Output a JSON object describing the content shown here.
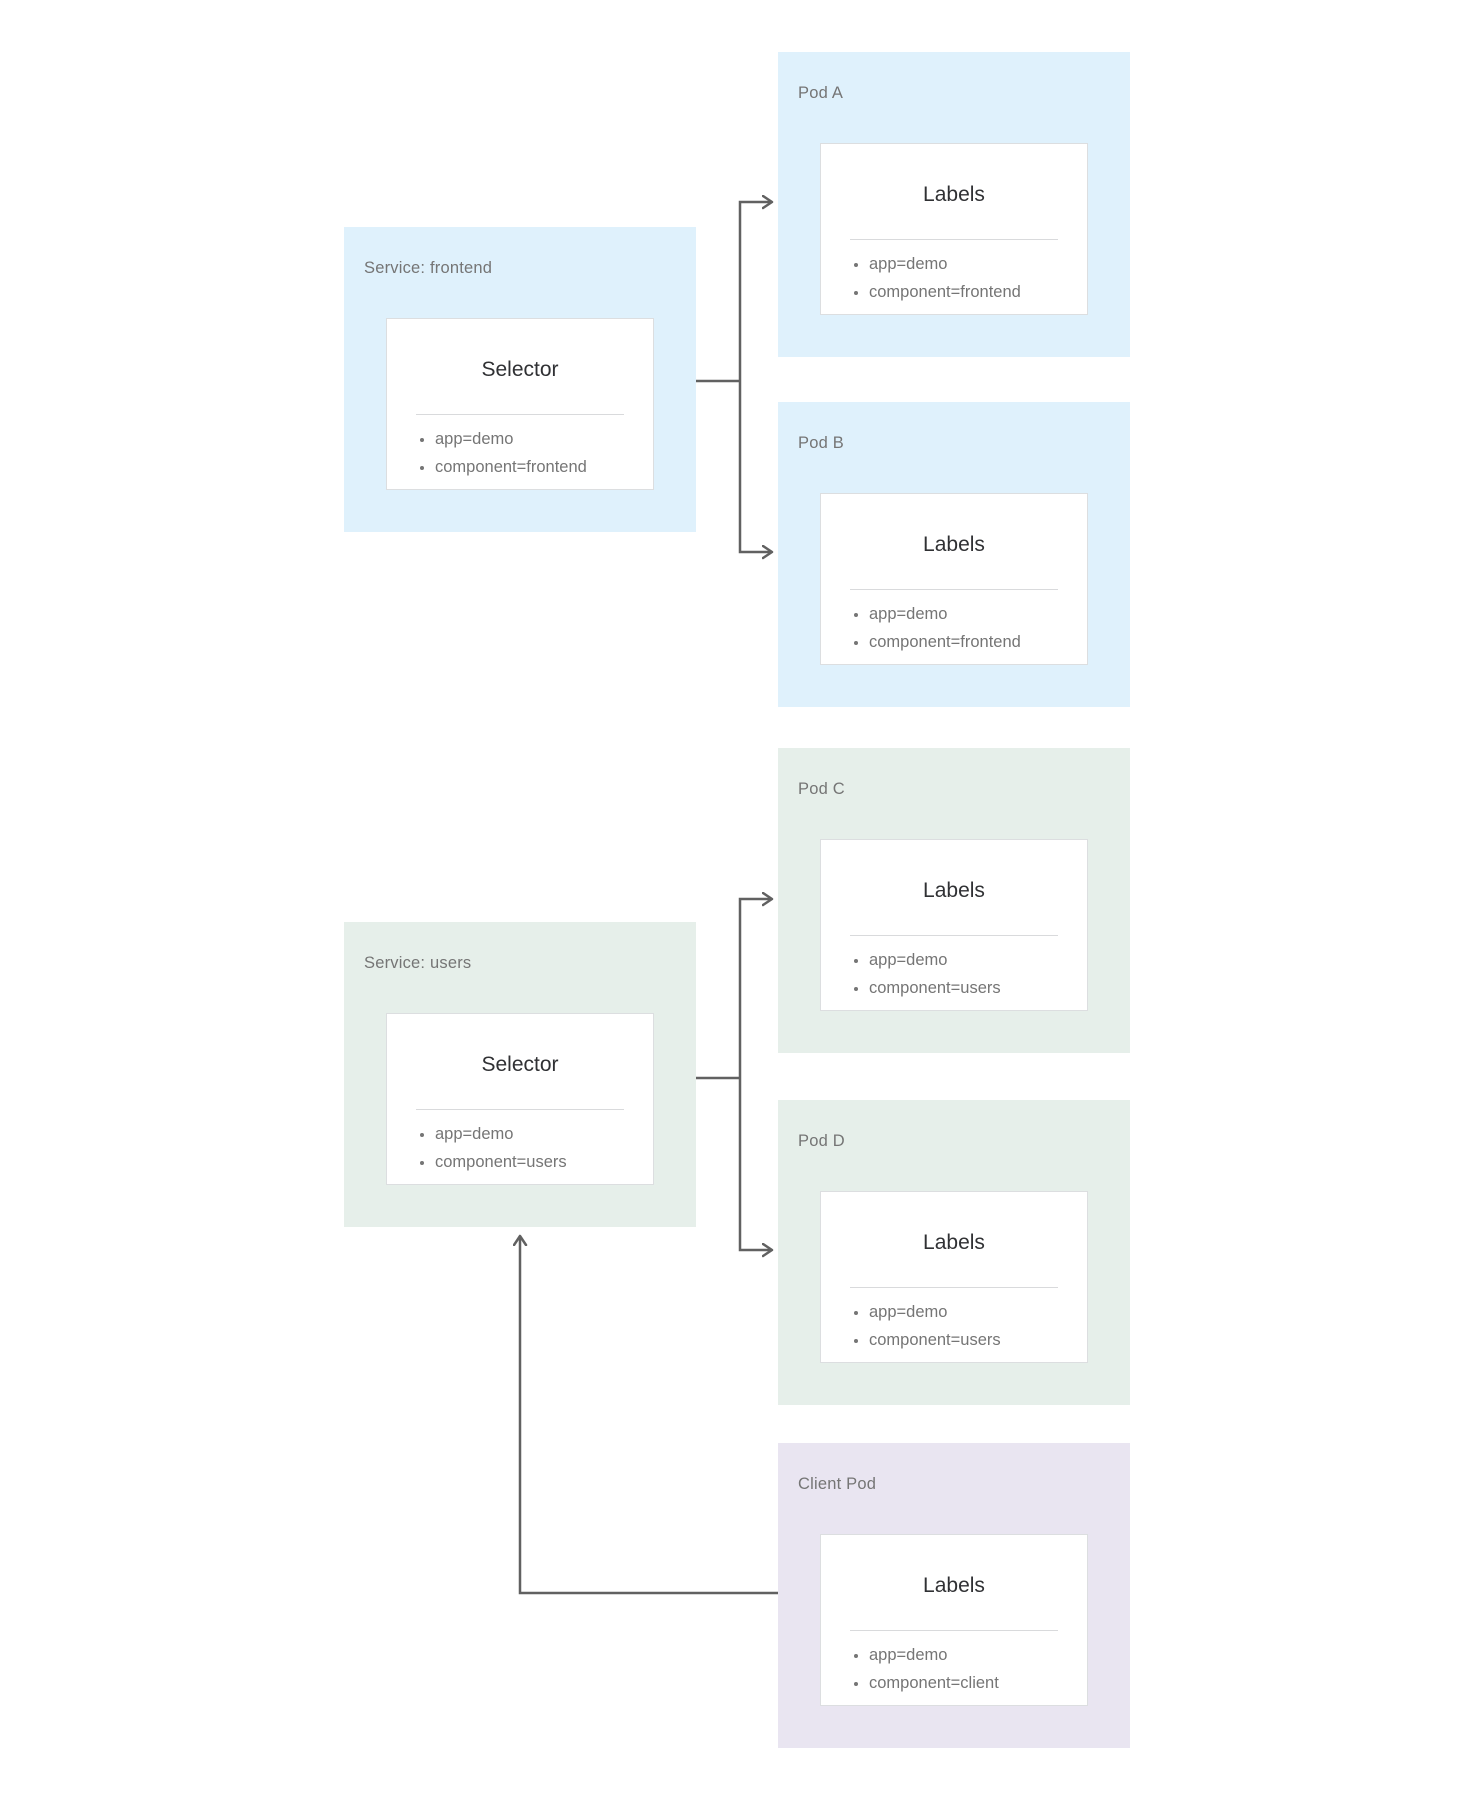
{
  "diagram": {
    "nodes": [
      {
        "id": "service-frontend",
        "label": "Service: frontend",
        "card_title": "Selector",
        "bullets": [
          "app=demo",
          "component=frontend"
        ],
        "color": "blue"
      },
      {
        "id": "pod-a",
        "label": "Pod A",
        "card_title": "Labels",
        "bullets": [
          "app=demo",
          "component=frontend"
        ],
        "color": "blue"
      },
      {
        "id": "pod-b",
        "label": "Pod B",
        "card_title": "Labels",
        "bullets": [
          "app=demo",
          "component=frontend"
        ],
        "color": "blue"
      },
      {
        "id": "pod-c",
        "label": "Pod C",
        "card_title": "Labels",
        "bullets": [
          "app=demo",
          "component=users"
        ],
        "color": "green"
      },
      {
        "id": "service-users",
        "label": "Service: users",
        "card_title": "Selector",
        "bullets": [
          "app=demo",
          "component=users"
        ],
        "color": "green"
      },
      {
        "id": "pod-d",
        "label": "Pod D",
        "card_title": "Labels",
        "bullets": [
          "app=demo",
          "component=users"
        ],
        "color": "green"
      },
      {
        "id": "client-pod",
        "label": "Client Pod",
        "card_title": "Labels",
        "bullets": [
          "app=demo",
          "component=client"
        ],
        "color": "purple"
      }
    ],
    "connections": [
      {
        "from": "service-frontend",
        "to": "pod-a"
      },
      {
        "from": "service-frontend",
        "to": "pod-b"
      },
      {
        "from": "service-users",
        "to": "pod-c"
      },
      {
        "from": "service-users",
        "to": "pod-d"
      },
      {
        "from": "client-pod",
        "to": "service-users"
      }
    ],
    "colors": {
      "blue": "#dff1fc",
      "green": "#e6efea",
      "purple": "#e9e5f1",
      "line": "#616161",
      "card_border": "#dcdee0",
      "label_text": "#757575",
      "title_text": "#303134",
      "divider": "#d9dadc",
      "card_bg": "#ffffff",
      "page_bg": "#ffffff"
    }
  }
}
